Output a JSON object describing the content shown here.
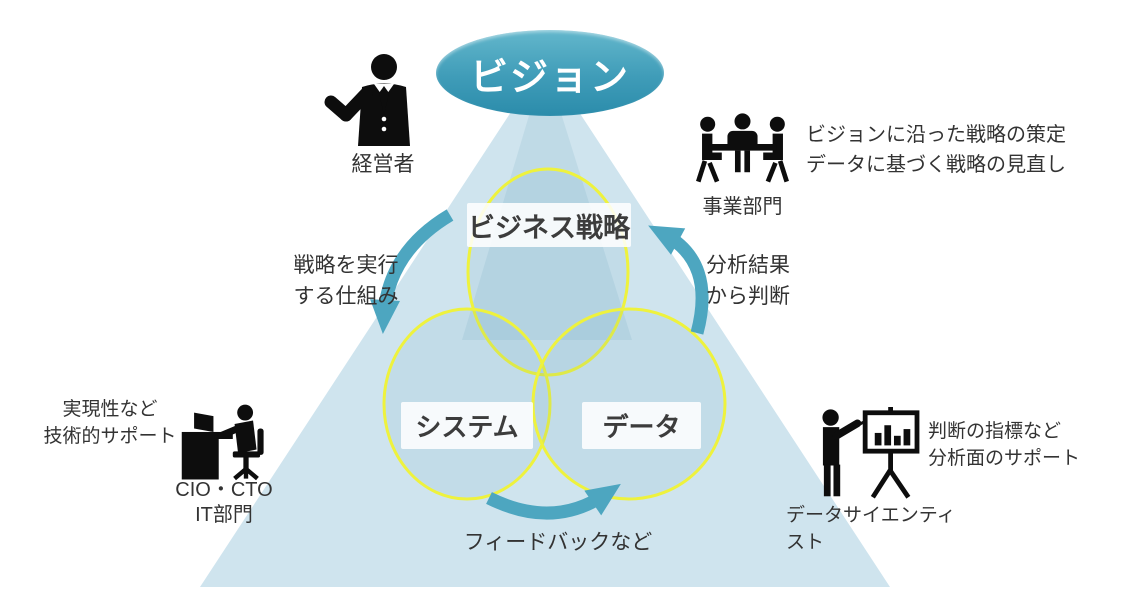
{
  "colors": {
    "vision_gradient_top": "#63b7cc",
    "vision_gradient_bottom": "#2b8cab",
    "triangle_fill": "#cde3ed",
    "arrow_teal": "#4da6c0",
    "circle_stroke_yellow": "#eef23d",
    "icon_black": "#0d0d0d",
    "label_text": "#3a3a3a"
  },
  "vision": {
    "label": "ビジョン"
  },
  "nodes": {
    "business_strategy": {
      "label": "ビジネス戦略"
    },
    "system": {
      "label": "システム"
    },
    "data": {
      "label": "データ"
    }
  },
  "arrows": {
    "execute": {
      "line1": "戦略を実行",
      "line2": "する仕組み"
    },
    "analyze": {
      "line1": "分析結果",
      "line2": "から判断"
    },
    "feedback": {
      "label": "フィードバックなど"
    }
  },
  "actors": {
    "executive": {
      "label": "経営者"
    },
    "business_dept": {
      "label": "事業部門",
      "note1": "ビジョンに沿った戦略の策定",
      "note2": "データに基づく戦略の見直し"
    },
    "cio": {
      "label1": "CIO・CTO",
      "label2": "IT部門",
      "note1": "実現性など",
      "note2": "技術的サポート"
    },
    "data_scientist": {
      "label": "データサイエンティスト",
      "note1": "判断の指標など",
      "note2": "分析面のサポート"
    }
  }
}
